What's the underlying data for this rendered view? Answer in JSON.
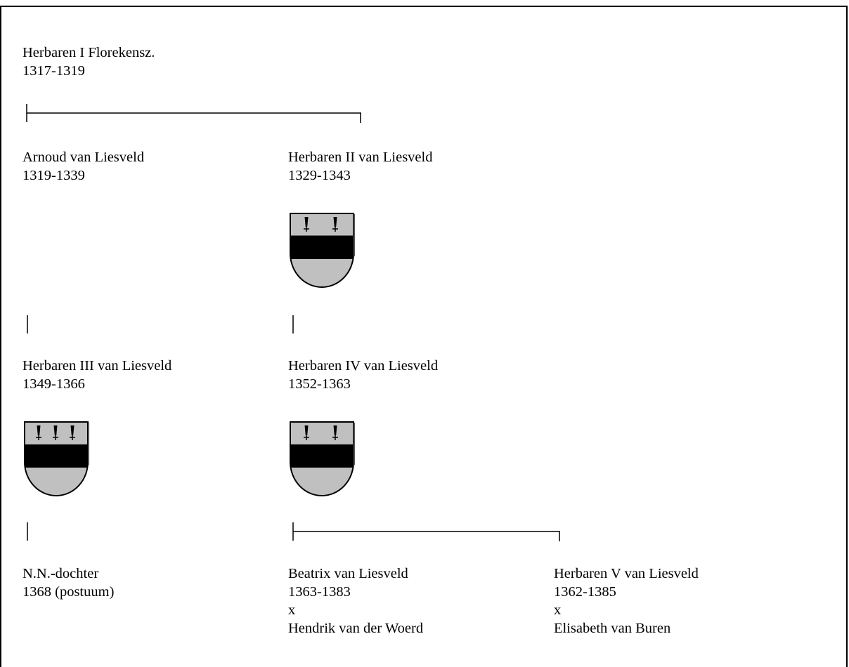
{
  "persons": [
    {
      "id": "herbaren-i",
      "name": "Herbaren I Florekensz.",
      "dates": "1317-1319"
    },
    {
      "id": "arnoud",
      "name": "Arnoud van Liesveld",
      "dates": "1319-1339"
    },
    {
      "id": "herbaren-ii",
      "name": "Herbaren II van Liesveld",
      "dates": "1329-1343"
    },
    {
      "id": "herbaren-iii",
      "name": "Herbaren III van Liesveld",
      "dates": "1349-1366"
    },
    {
      "id": "herbaren-iv",
      "name": "Herbaren IV van Liesveld",
      "dates": "1352-1363"
    },
    {
      "id": "nn-dochter",
      "name": "N.N.-dochter",
      "dates": "1368 (postuum)"
    },
    {
      "id": "beatrix",
      "name": "Beatrix van Liesveld",
      "dates": "1363-1383",
      "marriage": "x",
      "spouse": "Hendrik van der Woerd"
    },
    {
      "id": "herbaren-v",
      "name": "Herbaren V van Liesveld",
      "dates": "1362-1385",
      "marriage": "x",
      "spouse": "Elisabeth van Buren"
    }
  ],
  "shields": [
    {
      "owner": "herbaren-ii",
      "charges": 2
    },
    {
      "owner": "herbaren-iii",
      "charges": 3
    },
    {
      "owner": "herbaren-iv",
      "charges": 2
    }
  ],
  "colors": {
    "text": "#000000",
    "shield_fill": "#c0c0c0",
    "shield_fess": "#000000"
  }
}
